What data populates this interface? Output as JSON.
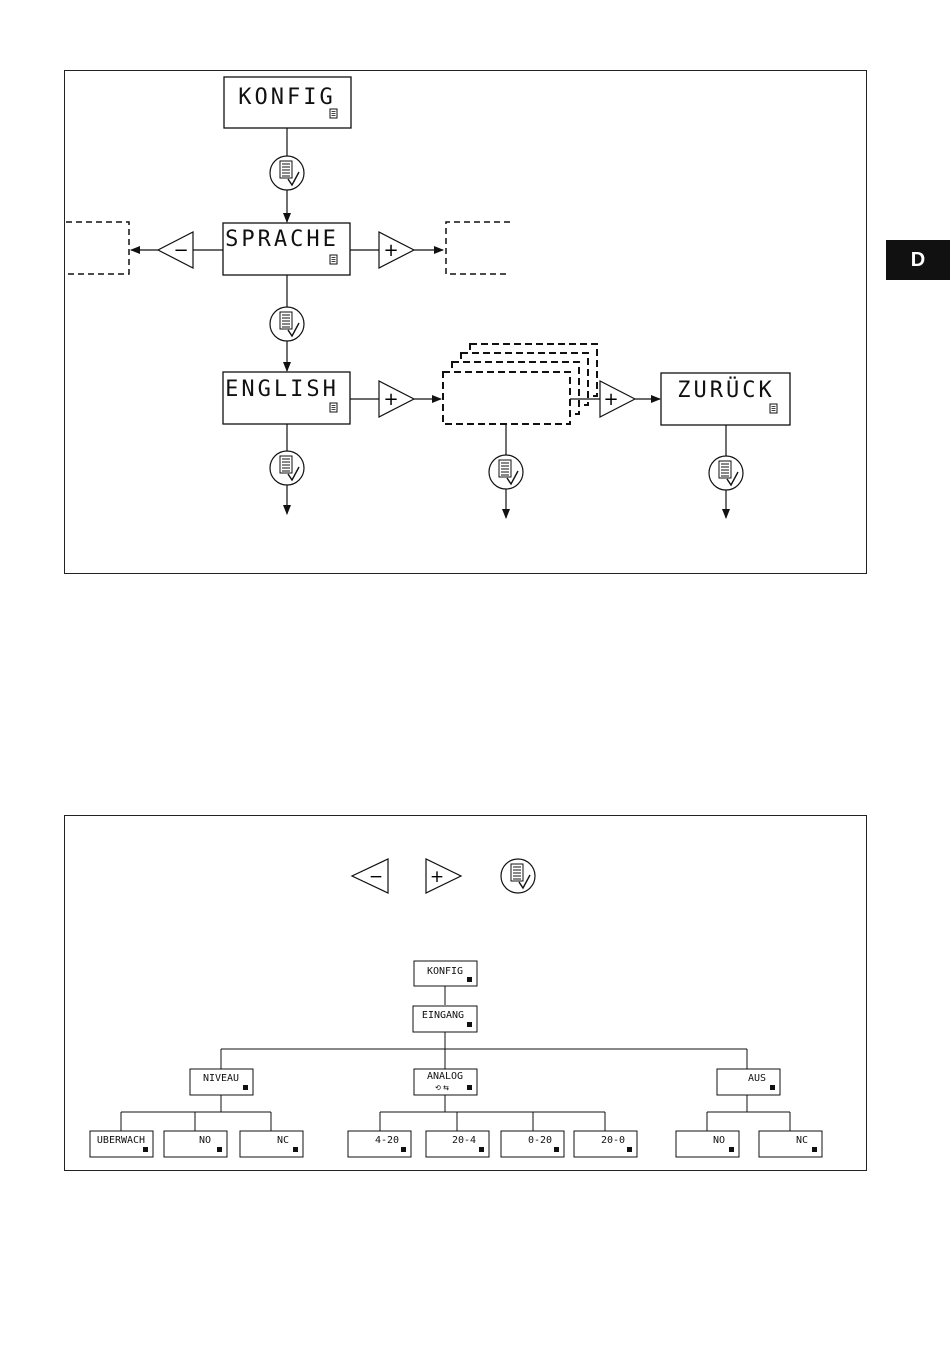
{
  "side_tab": {
    "label": "D"
  },
  "flow": {
    "konfig": "KONFIG",
    "sprache": "SPRACHE",
    "english": "ENGLISH",
    "zurueck": "ZURÜCK",
    "minus_symbol": "−",
    "plus_symbol": "+"
  },
  "legend": {
    "minus_symbol": "−",
    "plus_symbol": "+"
  },
  "tree": {
    "root": "KONFIG",
    "level1": "EINGANG",
    "level2": [
      {
        "label": "NIVEAU",
        "children": [
          "UBERWACH",
          "NO",
          "NC"
        ]
      },
      {
        "label": "ANALOG",
        "children": [
          "4-20",
          "20-4",
          "0-20",
          "20-0"
        ]
      },
      {
        "label": "AUS",
        "children": [
          "NO",
          "NC"
        ]
      }
    ]
  }
}
